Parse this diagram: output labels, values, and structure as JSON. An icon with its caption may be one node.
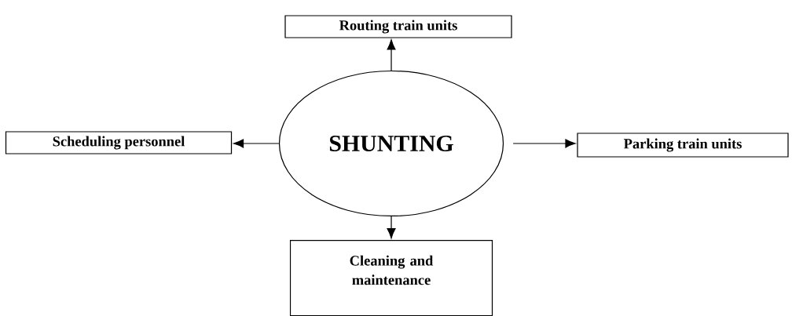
{
  "diagram": {
    "nodes": [
      {
        "text": [
          "SHUNTING"
        ]
      },
      {
        "text": [
          "Routing train units"
        ]
      },
      {
        "text": [
          "Scheduling personnel"
        ]
      },
      {
        "text": [
          "Parking train units"
        ]
      },
      {
        "text": [
          "Cleaning and maintenance"
        ]
      }
    ],
    "edges": [
      {
        "from": 0,
        "to": 1,
        "arrow": "to"
      },
      {
        "from": 0,
        "to": 2,
        "arrow": "to"
      },
      {
        "from": 0,
        "to": 3,
        "arrow": "to"
      },
      {
        "from": 0,
        "to": 4,
        "arrow": "to"
      }
    ]
  }
}
